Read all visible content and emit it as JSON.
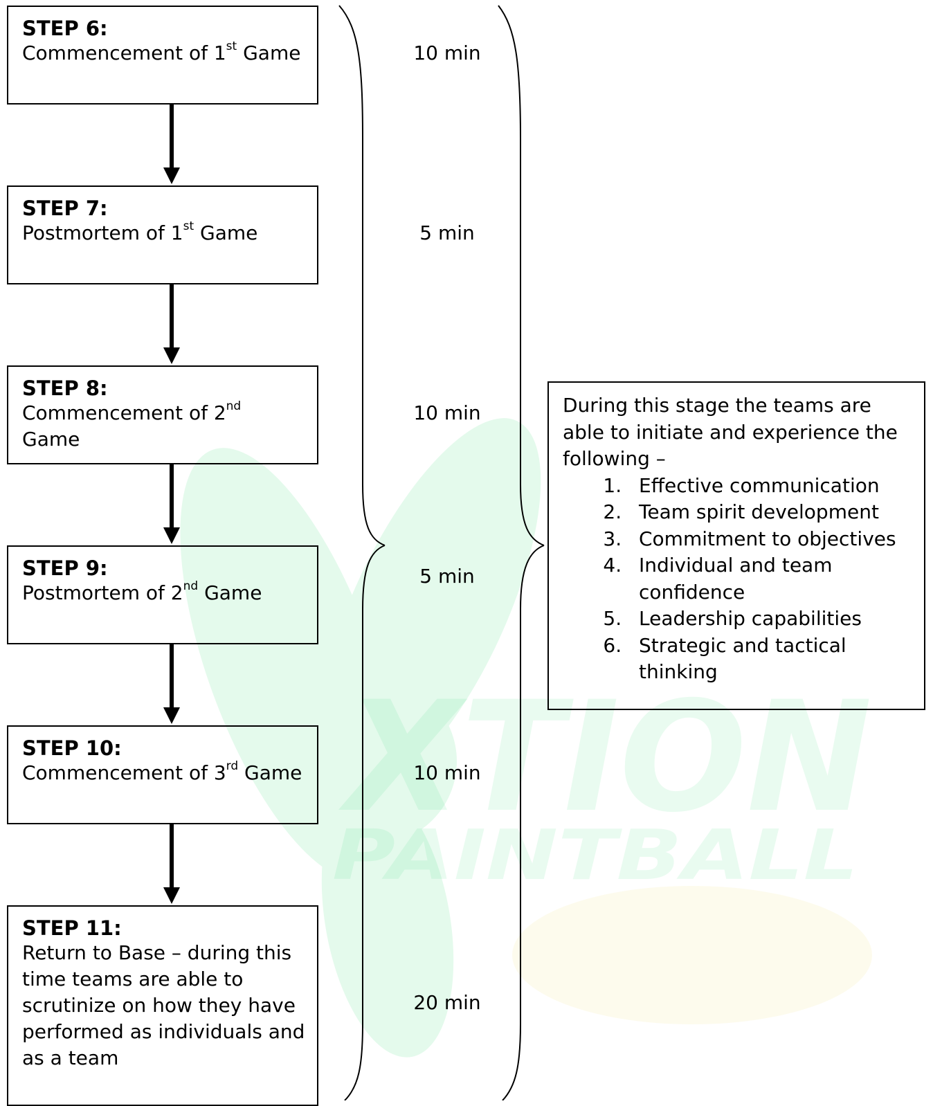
{
  "steps": [
    {
      "title": "STEP 6:",
      "text_before": "Commencement of 1",
      "sup": "st",
      "text_after": " Game",
      "duration": "10 min"
    },
    {
      "title": "STEP 7:",
      "text_before": "Postmortem of 1",
      "sup": "st",
      "text_after": " Game",
      "duration": "5 min"
    },
    {
      "title": "STEP 8:",
      "text_before": "Commencement of 2",
      "sup": "nd",
      "text_after": " Game",
      "duration": "10 min"
    },
    {
      "title": "STEP 9:",
      "text_before": "Postmortem of 2",
      "sup": "nd",
      "text_after": " Game",
      "duration": "5 min"
    },
    {
      "title": "STEP 10:",
      "text_before": "Commencement of 3",
      "sup": "rd",
      "text_after": " Game",
      "duration": "10 min"
    },
    {
      "title": "STEP 11:",
      "text_before": "Return to Base – during this time teams are able to scrutinize on how they have performed as individuals and as a team",
      "sup": "",
      "text_after": "",
      "duration": "20 min"
    }
  ],
  "note": {
    "intro": "During this stage the teams are able to initiate and experience the following –",
    "items": [
      "Effective communication",
      "Team spirit development",
      "Commitment to objectives",
      "Individual and team confidence",
      "Leadership capabilities",
      "Strategic and tactical thinking"
    ]
  },
  "watermark": {
    "text_line1": "XTION",
    "text_line2": "PAINTBALL",
    "color": "#7be39a"
  }
}
